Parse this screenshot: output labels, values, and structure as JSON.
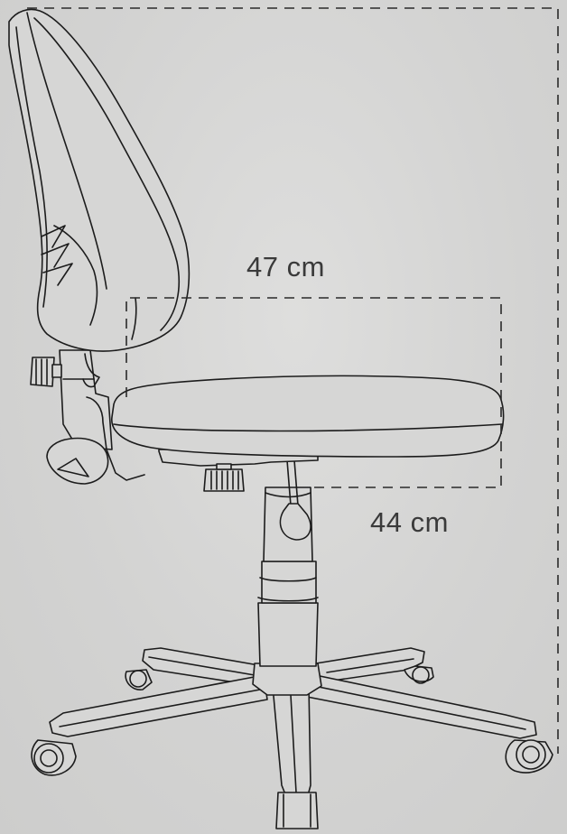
{
  "figure": {
    "type": "chair-dimension-diagram"
  },
  "dimensions": {
    "seat_width": "47 cm",
    "seat_depth": "44 cm"
  },
  "colors": {
    "background": "#d3d3d2",
    "line": "#1c1c1c",
    "label": "#3a3a3a"
  }
}
